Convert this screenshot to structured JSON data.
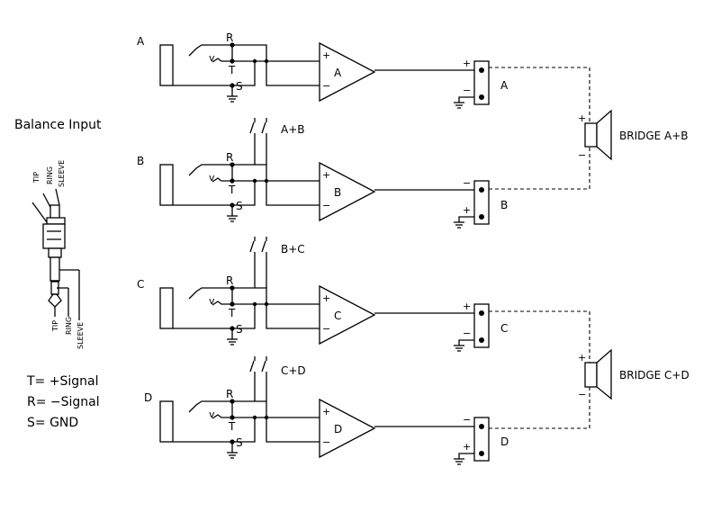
{
  "left_panel": {
    "title": "Balance Input",
    "plug_top_labels": [
      "TIP",
      "RING",
      "SLEEVE"
    ],
    "plug_bottom_labels": [
      "TIP",
      "RING",
      "SLEEVE"
    ],
    "legend": [
      "T= +Signal",
      "R= −Signal",
      "S= GND"
    ]
  },
  "jack_labels": {
    "r": "R",
    "t": "T",
    "s": "S",
    "v": "v"
  },
  "channels": [
    {
      "id": "A",
      "amp": "A",
      "out": "A",
      "out_top": "+",
      "out_bot": "−"
    },
    {
      "id": "B",
      "amp": "B",
      "out": "B",
      "out_top": "−",
      "out_bot": "+"
    },
    {
      "id": "C",
      "amp": "C",
      "out": "C",
      "out_top": "+",
      "out_bot": "−"
    },
    {
      "id": "D",
      "amp": "D",
      "out": "D",
      "out_top": "−",
      "out_bot": "+"
    }
  ],
  "amp_pins": {
    "plus": "+",
    "minus": "−"
  },
  "switches": [
    "A+B",
    "B+C",
    "C+D"
  ],
  "bridges": [
    {
      "label": "BRIDGE A+B",
      "plus": "+",
      "minus": "−"
    },
    {
      "label": "BRIDGE C+D",
      "plus": "+",
      "minus": "−"
    }
  ]
}
